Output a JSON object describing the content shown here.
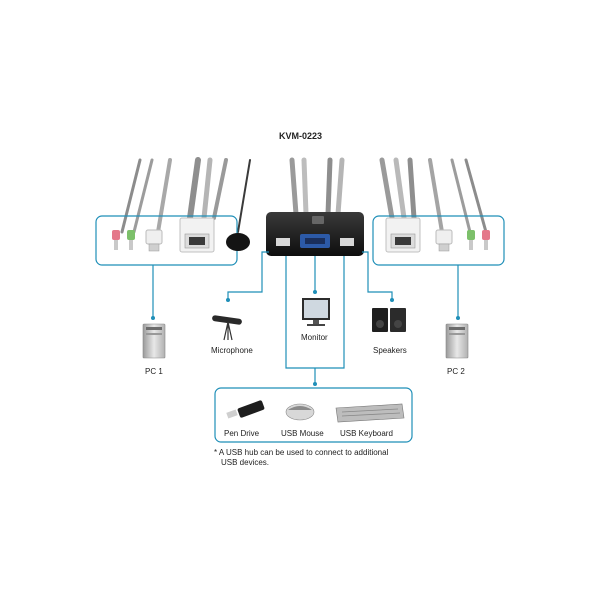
{
  "title": "KVM-0223",
  "labels": {
    "pc1": "PC 1",
    "pc2": "PC 2",
    "microphone": "Microphone",
    "monitor": "Monitor",
    "speakers": "Speakers",
    "pen_drive": "Pen Drive",
    "usb_mouse": "USB Mouse",
    "usb_keyboard": "USB Keyboard"
  },
  "note": {
    "line1": "* A USB hub can be used to connect to additional",
    "line2": "USB devices."
  },
  "colors": {
    "connector_line": "#1f8fb8",
    "kvm_body": "#1c1c1c",
    "vga_blue": "#2c5aa8",
    "audio_green": "#7cc06a",
    "audio_pink": "#e4788a"
  }
}
